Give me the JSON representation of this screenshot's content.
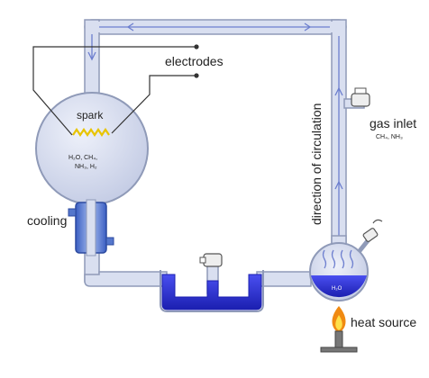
{
  "labels": {
    "electrodes": "electrodes",
    "spark": "spark",
    "flask_line1": "H₂O, CH₄,",
    "flask_line2": "NH₃, H₂",
    "cooling": "cooling",
    "direction": "direction of circulation",
    "gas_inlet": "gas inlet",
    "gas_inlet_sub": "CH₄, NH₃",
    "water": "H₂O",
    "heat_source": "heat source"
  },
  "colors": {
    "glass_fill": "#d9dff0",
    "glass_stroke": "#8f9ab8",
    "flow_arrow": "#6d7fcf",
    "liquid": "#2b2fd6",
    "liquid_dark": "#1b1fb0",
    "flame_outer": "#f08a12",
    "flame_inner": "#ffe04a",
    "spark": "#e8c400",
    "wire": "#333333",
    "cooler": "#5577cc",
    "burner": "#777777"
  }
}
